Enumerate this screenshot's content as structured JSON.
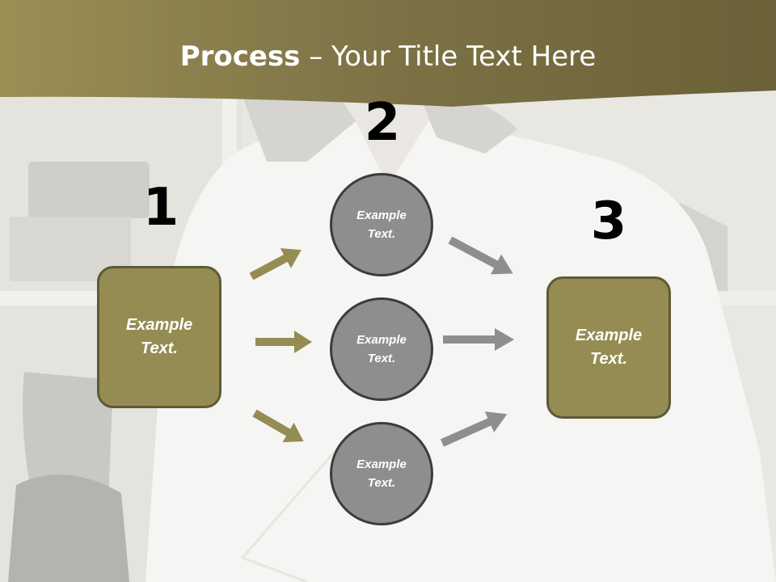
{
  "title": {
    "bold": "Process",
    "rest": " – Your Title Text Here"
  },
  "colors": {
    "olive": "#958c54",
    "olive_dark": "#5e5a34",
    "gray": "#8e8e8e",
    "gray_dark": "#3c3c3c",
    "header": "#7a7042"
  },
  "steps": [
    {
      "number": "1",
      "text": "Example Text."
    },
    {
      "number": "2",
      "items": [
        "Example Text.",
        "Example Text.",
        "Example Text."
      ]
    },
    {
      "number": "3",
      "text": "Example Text."
    }
  ]
}
